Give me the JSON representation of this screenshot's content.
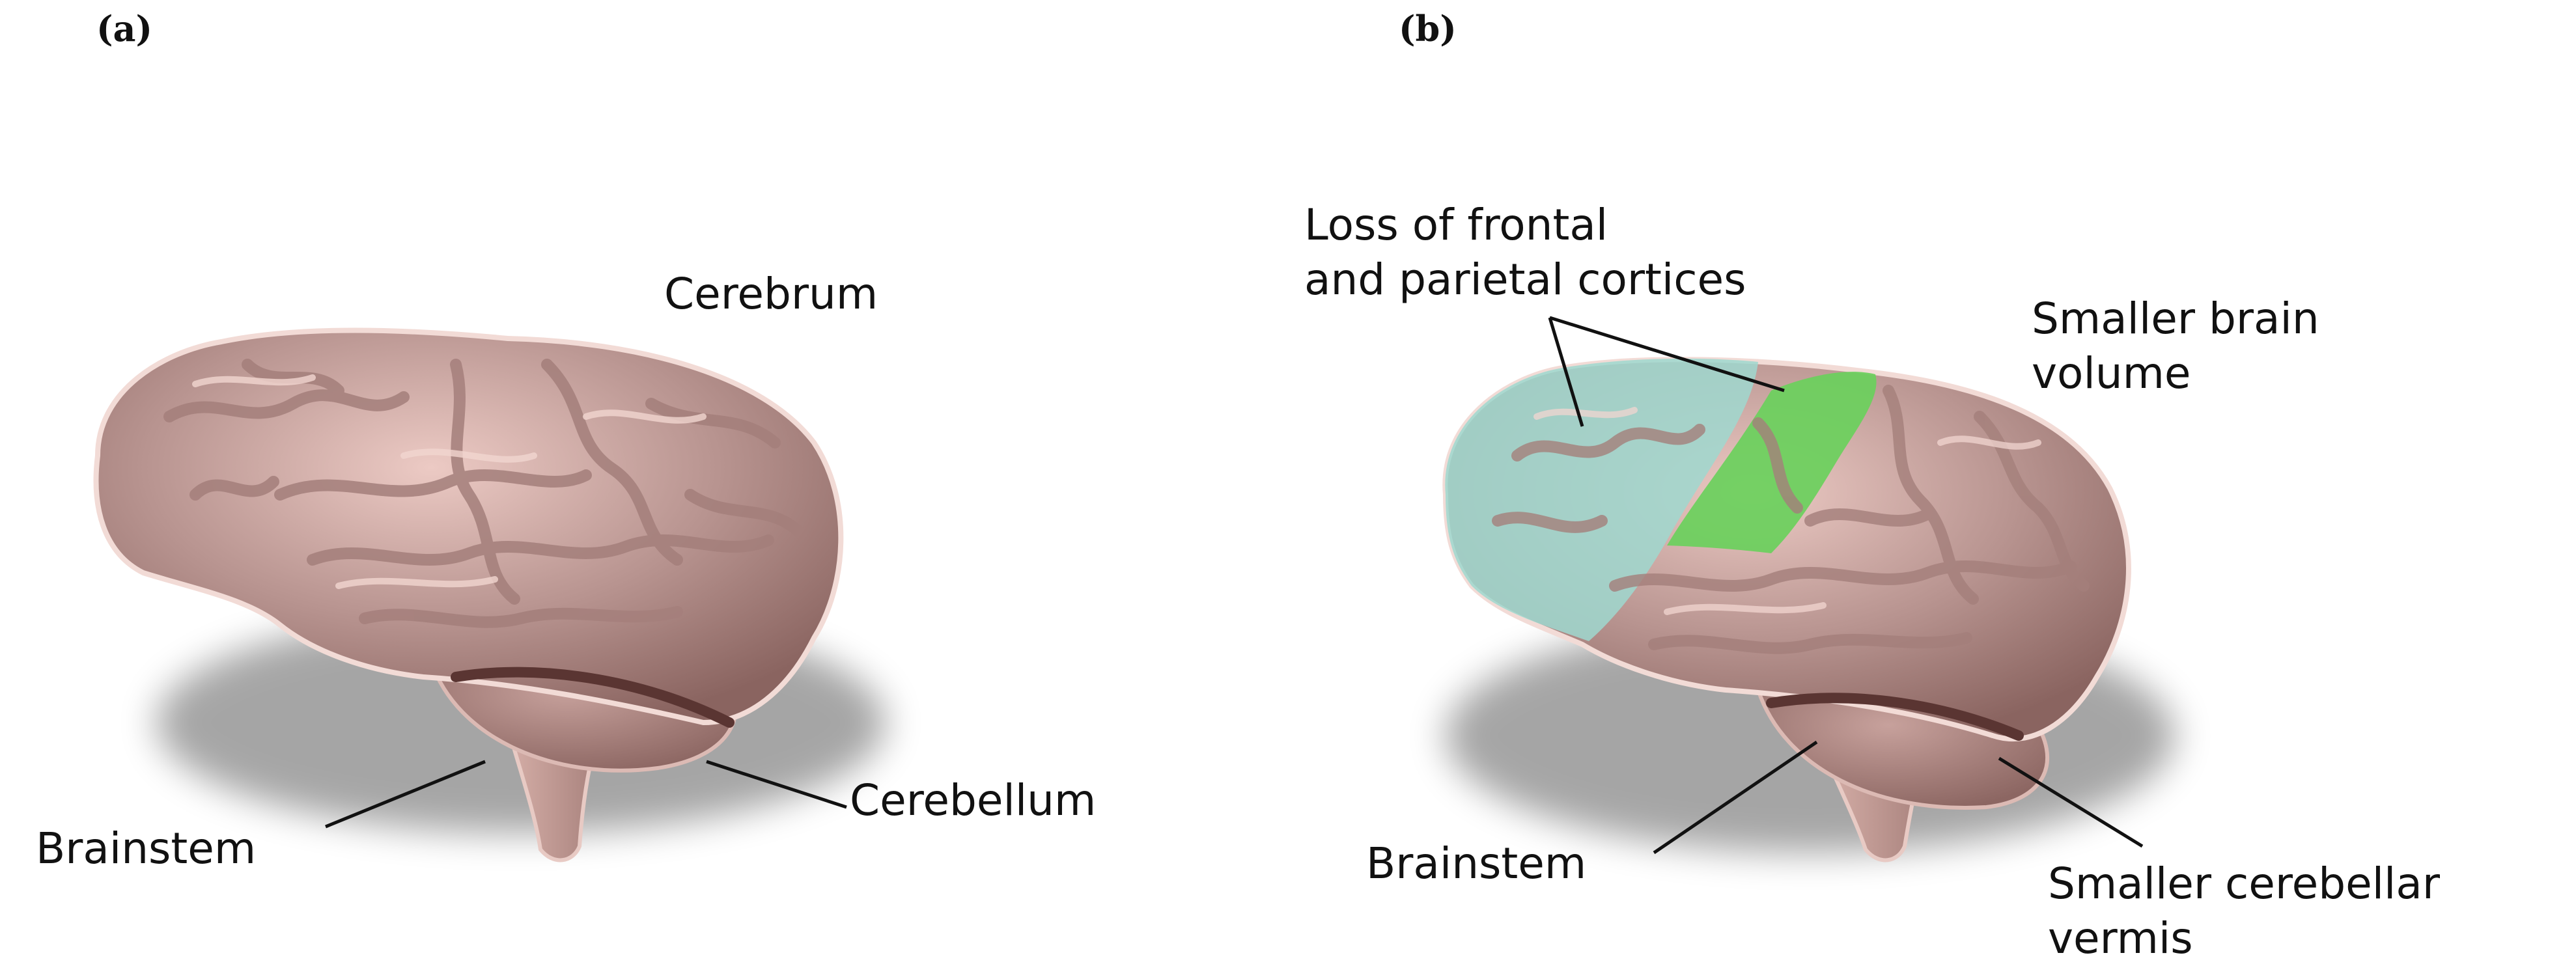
{
  "panel_a": {
    "tag": "(a)",
    "labels": {
      "cerebrum": "Cerebrum",
      "brainstem": "Brainstem",
      "cerebellum": "Cerebellum"
    }
  },
  "panel_b": {
    "tag": "(b)",
    "labels": {
      "cortices_line1": "Loss of frontal",
      "cortices_line2": "and parietal cortices",
      "volume_line1": "Smaller brain",
      "volume_line2": "volume",
      "brainstem": "Brainstem",
      "vermis_line1": "Smaller cerebellar",
      "vermis_line2": "vermis"
    }
  },
  "colors": {
    "brain": "#b08a86",
    "brain_light": "#e8c3bd",
    "frontal_highlight": "#9fd8cf",
    "parietal_highlight": "#6ad05c"
  }
}
